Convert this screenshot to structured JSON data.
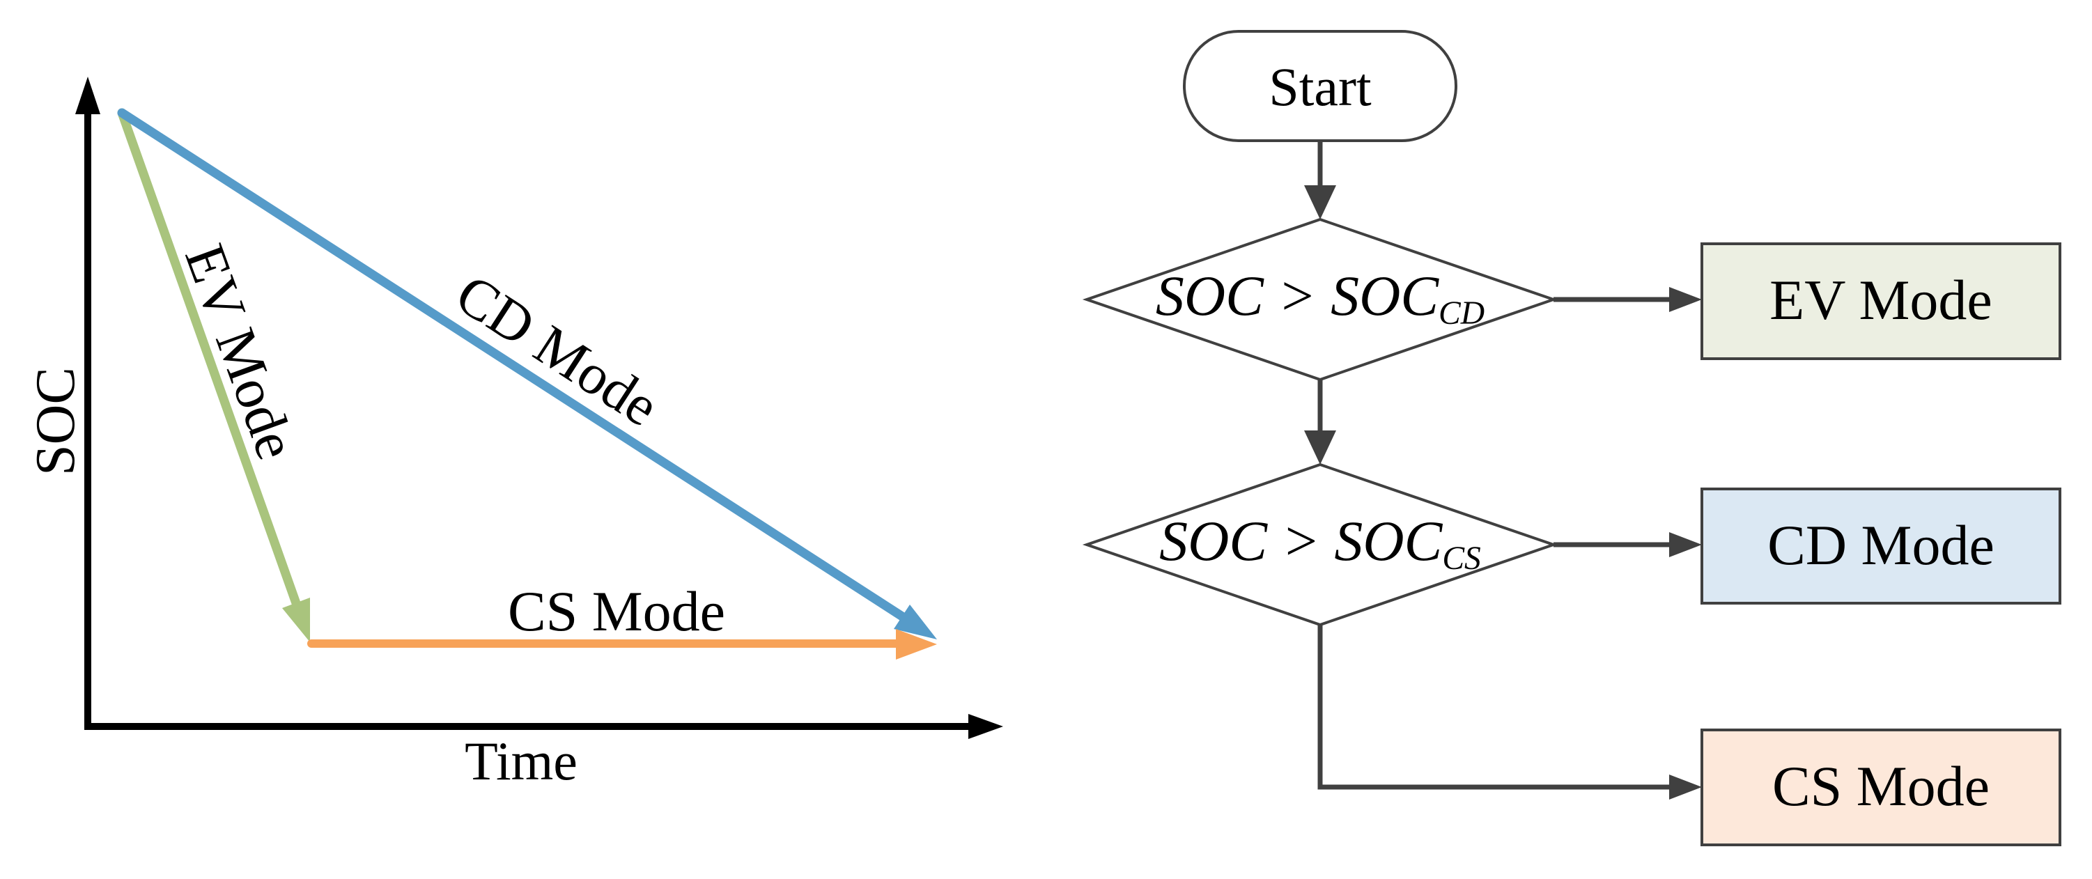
{
  "colors": {
    "axis_black": "#000000",
    "flow_gray": "#404040",
    "node_fill": "#ffffff",
    "ev_line_green": "#a9c47d",
    "cd_line_blue": "#569bc9",
    "cs_line_orange": "#f7a258",
    "ev_box_fill": "#ecefe2",
    "cd_box_fill": "#dbe8f3",
    "cs_box_fill": "#fde8da"
  },
  "chart": {
    "y_axis_label": "SOC",
    "x_axis_label": "Time",
    "ev_segment_label": "EV Mode",
    "cd_segment_label": "CD Mode",
    "cs_segment_label": "CS Mode"
  },
  "flowchart": {
    "start_label": "Start",
    "decision1": {
      "base": "SOC > SOC",
      "sub": "CD"
    },
    "decision2": {
      "base": "SOC > SOC",
      "sub": "CS"
    },
    "ev_box_label": "EV Mode",
    "cd_box_label": "CD Mode",
    "cs_box_label": "CS Mode"
  }
}
